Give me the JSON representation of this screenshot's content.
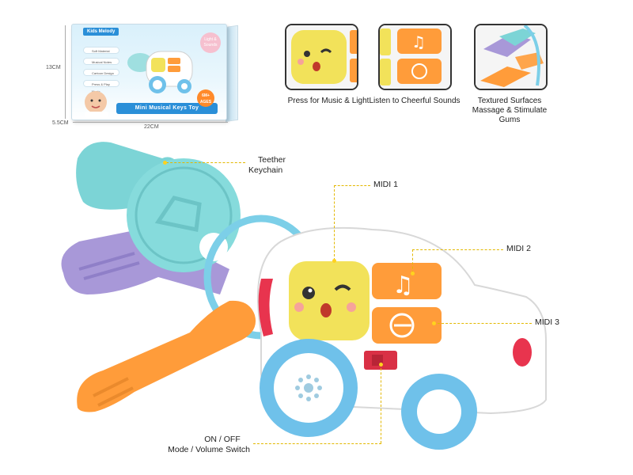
{
  "box": {
    "brand": "Kids Melody",
    "title": "Mini Musical Keys Toy",
    "badge": "Light & Sounds",
    "age": "6M+ AGES",
    "features": [
      "Soft Material",
      "Musical Notes",
      "Cartoon Design",
      "Press & Play Music"
    ],
    "dim_height": "13CM",
    "dim_depth": "5.5CM",
    "dim_width": "22CM"
  },
  "features": [
    {
      "label": "Press for Music & Light"
    },
    {
      "label": "Listen to Cheerful Sounds"
    },
    {
      "label": "Textured Surfaces Massage & Stimulate Gums"
    }
  ],
  "callouts": {
    "teether_line1": "Teether",
    "teether_line2": "Keychain",
    "midi1": "MIDI 1",
    "midi2": "MIDI 2",
    "midi3": "MIDI 3",
    "switch_line1": "ON / OFF",
    "switch_line2": "Mode / Volume Switch"
  },
  "colors": {
    "teal": "#7cd4d6",
    "purple": "#a898d8",
    "orange": "#ff9c3a",
    "yellow": "#f2e25a",
    "blue": "#6fc1ea",
    "red": "#e8344e",
    "callout_line": "#e3b800"
  }
}
